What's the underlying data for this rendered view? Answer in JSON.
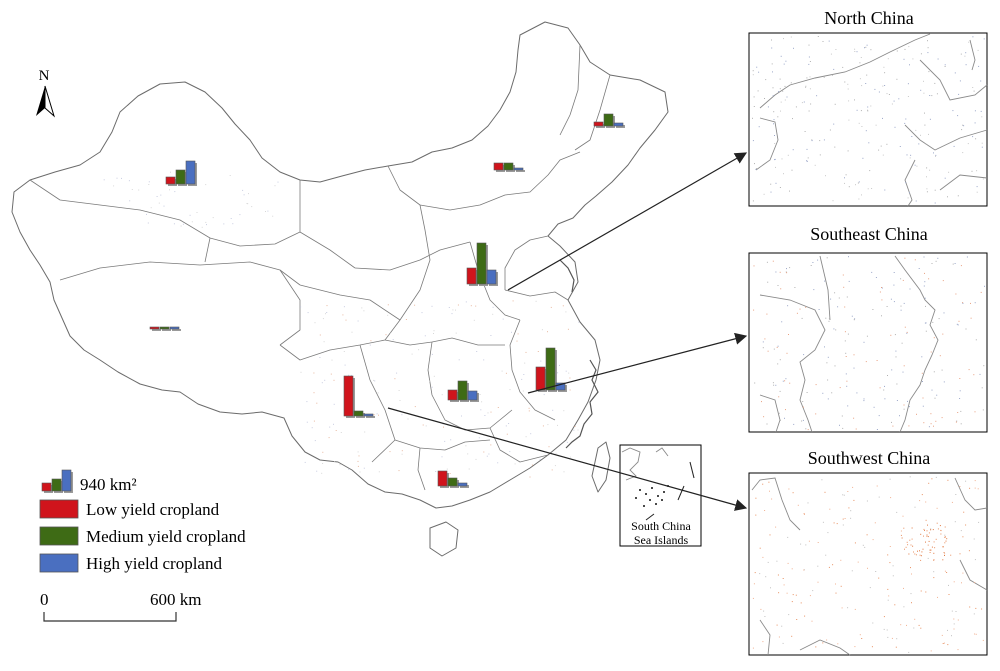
{
  "north_arrow": {
    "label": "N"
  },
  "legend": {
    "size_label": "940 km²",
    "items": [
      {
        "label": "Low yield cropland",
        "color": "#d0141c"
      },
      {
        "label": "Medium yield cropland",
        "color": "#3e6b15"
      },
      {
        "label": "High yield cropland",
        "color": "#4a6fc0"
      }
    ]
  },
  "scale_bar": {
    "start_label": "0",
    "end_label": "600 km"
  },
  "south_china_sea_inset": {
    "line1": "South China",
    "line2": "Sea Islands"
  },
  "zoom_panels": [
    {
      "title": "North China"
    },
    {
      "title": "Southeast China"
    },
    {
      "title": "Southwest China"
    }
  ],
  "bar_groups": [
    {
      "region": "northeast",
      "values": [
        0.04,
        0.12,
        0.03
      ]
    },
    {
      "region": "inner-mongolia-east",
      "values": [
        0.07,
        0.07,
        0.02
      ]
    },
    {
      "region": "xinjiang",
      "values": [
        0.07,
        0.14,
        0.23
      ]
    },
    {
      "region": "qinghai-tibet",
      "values": [
        0.01,
        0.02,
        0.01
      ]
    },
    {
      "region": "north-china-plain",
      "values": [
        0.16,
        0.41,
        0.14
      ]
    },
    {
      "region": "sichuan",
      "values": [
        0.4,
        0.05,
        0.02
      ]
    },
    {
      "region": "central",
      "values": [
        0.1,
        0.19,
        0.09
      ]
    },
    {
      "region": "east",
      "values": [
        0.23,
        0.42,
        0.07
      ]
    },
    {
      "region": "south",
      "values": [
        0.15,
        0.08,
        0.03
      ]
    }
  ]
}
